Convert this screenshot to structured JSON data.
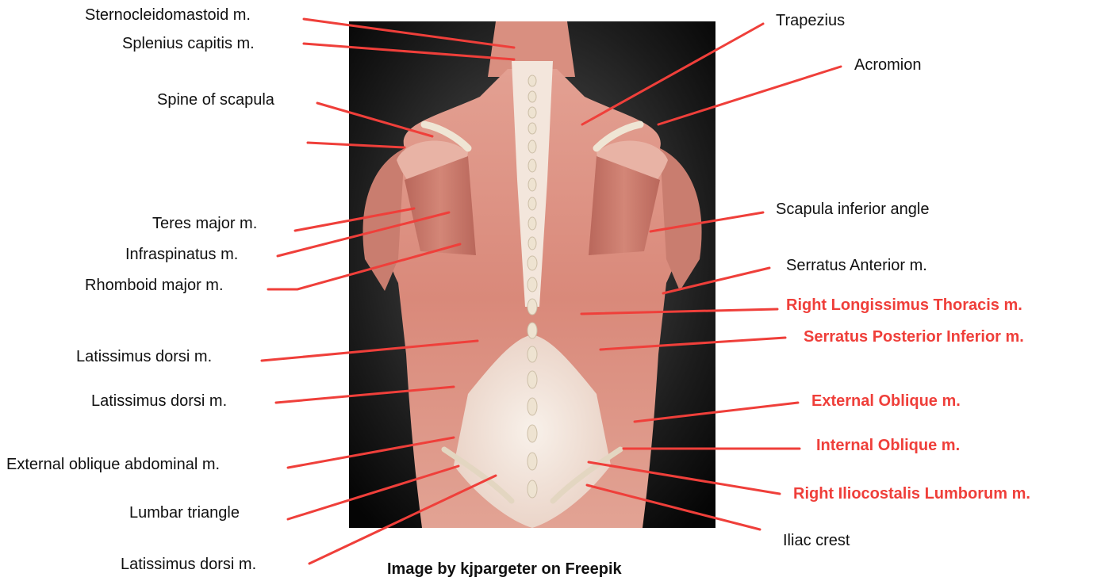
{
  "credit": "Image by kjpargeter on Freepik",
  "colors": {
    "leader": "#ef3f3a",
    "highlight_label": "#ef3f3a",
    "label": "#111111"
  },
  "labels_left": [
    "Sternocleidomastoid m.",
    "Splenius capitis m.",
    "Spine of scapula",
    "Teres major m.",
    "Infraspinatus m.",
    "Rhomboid major m.",
    "Latissimus dorsi m.",
    "Latissimus dorsi m.",
    "External oblique abdominal m.",
    "Lumbar triangle",
    "Latissimus dorsi m."
  ],
  "labels_right": [
    "Trapezius",
    "Acromion",
    "Scapula inferior angle",
    "Serratus Anterior m.",
    "Right Longissimus Thoracis m.",
    "Serratus Posterior Inferior m.",
    "External Oblique m.",
    "Internal Oblique m.",
    "Right Iliocostalis Lumborum m.",
    "Iliac crest"
  ]
}
